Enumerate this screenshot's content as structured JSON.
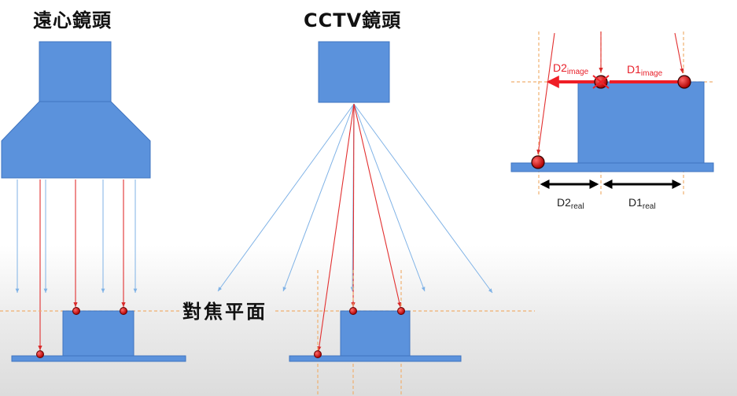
{
  "titles": {
    "telecentric": "遠心鏡頭",
    "cctv": "CCTV鏡頭"
  },
  "focal_plane_label": "對焦平面",
  "inset": {
    "d2_image": {
      "main": "D2",
      "sub": "image"
    },
    "d1_image": {
      "main": "D1",
      "sub": "image"
    },
    "d2_real": {
      "main": "D2",
      "sub": "real"
    },
    "d1_real": {
      "main": "D1",
      "sub": "real"
    }
  },
  "colors": {
    "shape_fill": "#5b92dc",
    "shape_stroke": "#3f74c0",
    "ray_red": "#e23030",
    "ray_blue": "#7fb2e6",
    "guide_orange": "#f0b070",
    "dim_arrow_red": "#ef1e26",
    "dim_arrow_black": "#000000"
  }
}
